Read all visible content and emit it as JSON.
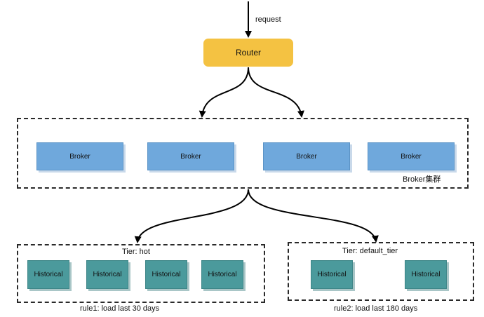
{
  "request_label": "request",
  "router_label": "Router",
  "broker_cluster": {
    "brokers": [
      "Broker",
      "Broker",
      "Broker",
      "Broker"
    ],
    "caption": "Broker集群"
  },
  "tiers": [
    {
      "title": "Tier: hot",
      "nodes": [
        "Historical",
        "Historical",
        "Historical",
        "Historical"
      ],
      "rule": "rule1: load last 30 days"
    },
    {
      "title": "Tier: default_tier",
      "nodes": [
        "Historical",
        "Historical"
      ],
      "rule": "rule2: load last 180 days"
    }
  ],
  "colors": {
    "router": "#f4c242",
    "broker": "#6fa8dc",
    "historical": "#4b9a9c"
  }
}
